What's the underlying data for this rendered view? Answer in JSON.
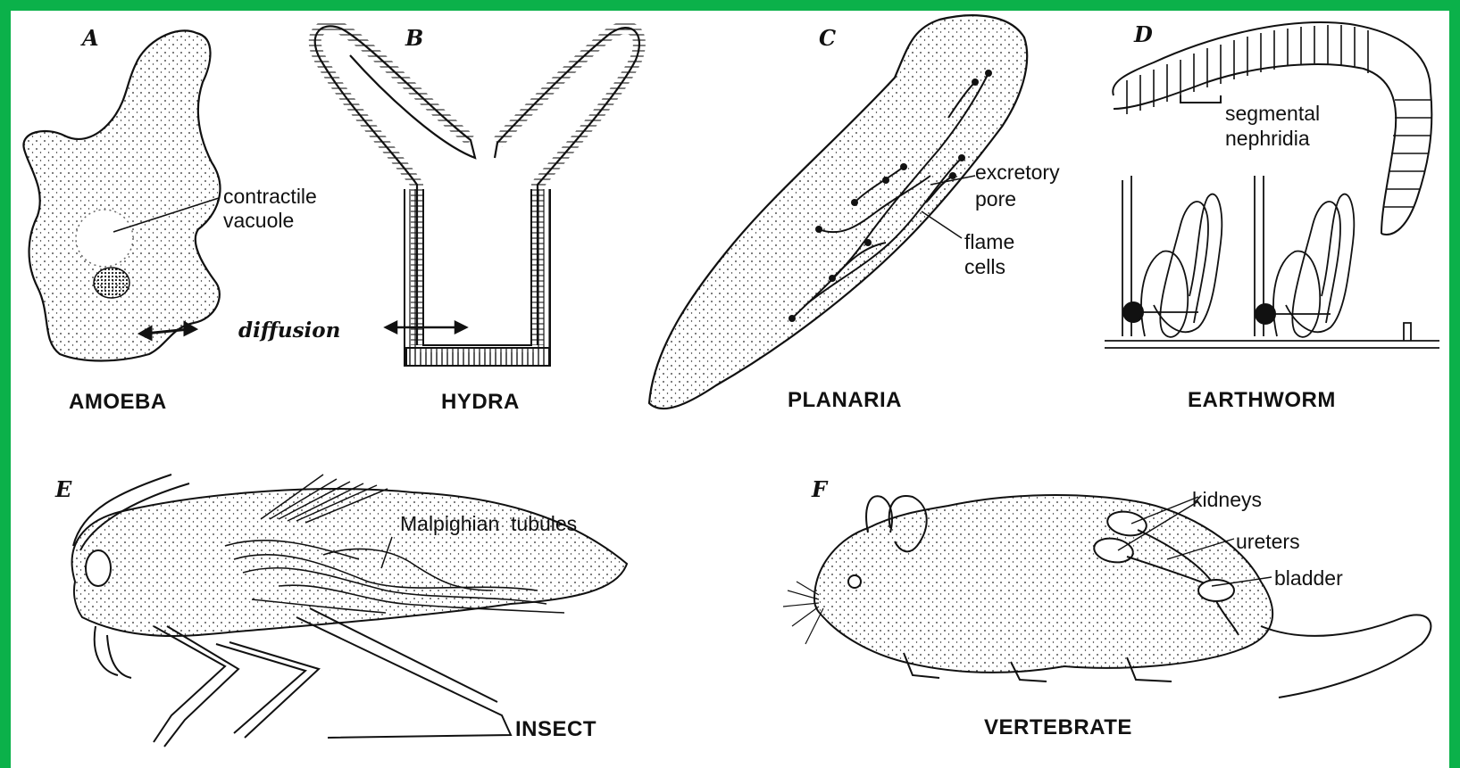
{
  "panels": [
    {
      "letter": "A",
      "name": "AMOEBA",
      "labels": [
        "contractile",
        "vacuole",
        "diffusion"
      ]
    },
    {
      "letter": "B",
      "name": "HYDRA",
      "labels": []
    },
    {
      "letter": "C",
      "name": "PLANARIA",
      "labels": [
        "excretory",
        "pore",
        "flame",
        "cells"
      ]
    },
    {
      "letter": "D",
      "name": "EARTHWORM",
      "labels": [
        "segmental",
        "nephridia"
      ]
    },
    {
      "letter": "E",
      "name": "INSECT",
      "labels": [
        "Malpighian  tubules"
      ]
    },
    {
      "letter": "F",
      "name": "VERTEBRATE",
      "labels": [
        "kidneys",
        "ureters",
        "bladder"
      ]
    }
  ],
  "colors": {
    "border": "#0bb14a",
    "ink": "#111111",
    "paper": "#ffffff"
  }
}
